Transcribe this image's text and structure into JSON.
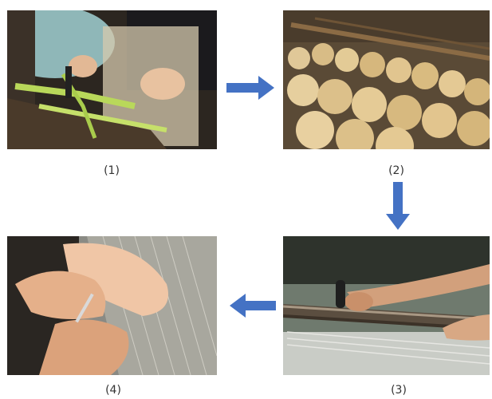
{
  "steps": [
    {
      "caption": "(1)",
      "scene": "hands-splitting-banana-fiber-strips"
    },
    {
      "caption": "(2)",
      "scene": "balls-of-spun-fiber-yarn"
    },
    {
      "caption": "(3)",
      "scene": "arms-working-loom-reed"
    },
    {
      "caption": "(4)",
      "scene": "hands-weaving-on-loom-warp"
    }
  ],
  "colors": {
    "arrow": "#4472c4"
  }
}
